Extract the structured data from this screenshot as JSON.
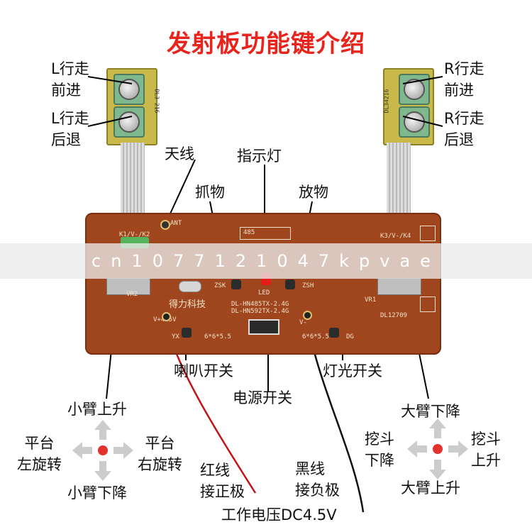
{
  "title": "发射板功能键介绍",
  "watermark": "cn1077121047kpvae",
  "labels": {
    "l_forward": [
      "L行走",
      "前进"
    ],
    "l_back": [
      "L行走",
      "后退"
    ],
    "r_forward": [
      "R行走",
      "前进"
    ],
    "r_back": [
      "R行走",
      "后退"
    ],
    "antenna": "天线",
    "indicator": "指示灯",
    "grab": "抓物",
    "release": "放物",
    "horn_switch": "喇叭开关",
    "power_switch": "电源开关",
    "light_switch": "灯光开关",
    "small_arm_up": "小臂上升",
    "small_arm_down": "小臂下降",
    "platform_left": [
      "平台",
      "左旋转"
    ],
    "platform_right": [
      "平台",
      "右旋转"
    ],
    "big_arm_down": "大臂下降",
    "big_arm_up": "大臂上升",
    "bucket_down": [
      "挖斗",
      "下降"
    ],
    "bucket_up": [
      "挖斗",
      "上升"
    ],
    "red_wire": [
      "红线",
      "接正极"
    ],
    "black_wire": [
      "黑线",
      "接负极"
    ],
    "voltage": "工作电压DC4.5V"
  },
  "board": {
    "ant": "ANT",
    "k12": "K1/V-/K2",
    "k34": "K3/V-/K4",
    "code485": "485",
    "zsk": "ZSK",
    "zsh": "ZSH",
    "led": "LED",
    "vr2": "VR2",
    "vr1": "VR1",
    "brand": "得力科技",
    "model1": "DL-HN485TX-2.4G",
    "model2": "DL-HN592TX-2.4G",
    "v45": "V+4.5V",
    "vminus": "V-",
    "yx": "YX",
    "dg": "DG",
    "size1": "6*6*5.5",
    "size2": "6*6*5.5",
    "dl": "DL12709",
    "left_pcb": "DL3 216",
    "right_pcb": "DL34216"
  },
  "colors": {
    "title": "#e8241d",
    "board": "#a0461f",
    "arrow": "#cccccc",
    "center_dot": "#e3312b"
  }
}
